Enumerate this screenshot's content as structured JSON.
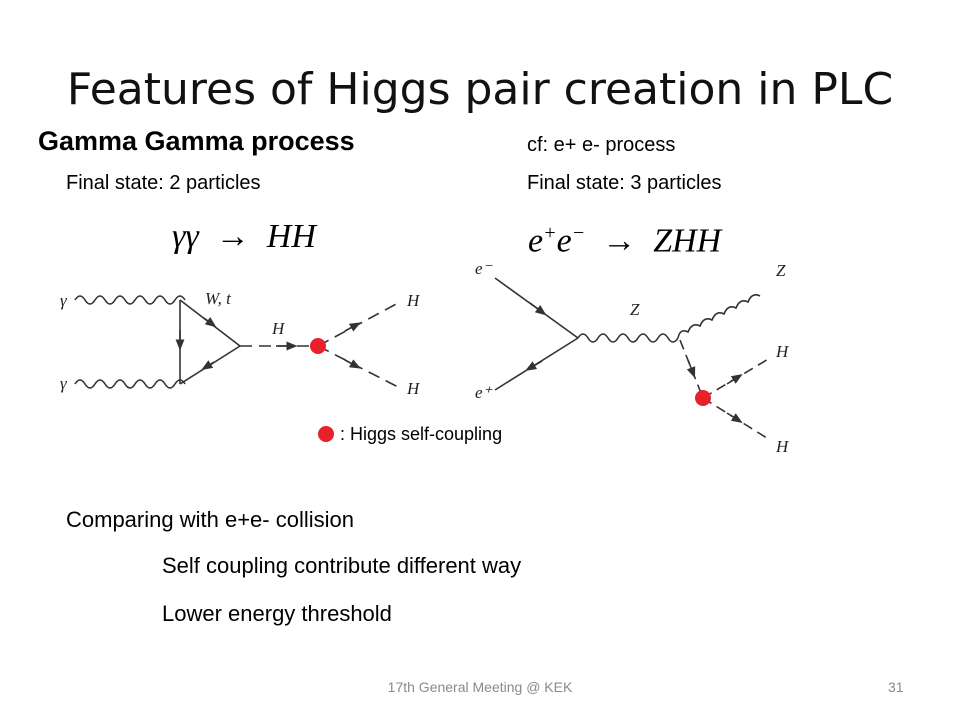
{
  "slide": {
    "title": "Features of Higgs pair creation in PLC",
    "left": {
      "heading": "Gamma Gamma process",
      "final_state": "Final state: 2 particles",
      "equation": {
        "lhs": "γγ",
        "rhs": "HH"
      },
      "diagram_labels": {
        "photon": "γ",
        "loop": "W, t",
        "higgs": "H"
      }
    },
    "right": {
      "heading": "cf: e+ e- process",
      "final_state": "Final state: 3 particles",
      "equation": {
        "e": "e",
        "plus": "+",
        "minus": "−",
        "rhs": "ZHH"
      },
      "diagram_labels": {
        "electron": "e⁻",
        "positron": "e⁺",
        "z": "Z",
        "higgs": "H"
      }
    },
    "legend": ": Higgs self-coupling",
    "comparison": {
      "heading": "Comparing with e+e- collision",
      "points": [
        "Self coupling contribute different way",
        "Lower energy threshold"
      ]
    },
    "footer": "17th General Meeting @ KEK",
    "page_number": "31"
  },
  "colors": {
    "vertex": "#e8202a",
    "line": "#333333"
  }
}
